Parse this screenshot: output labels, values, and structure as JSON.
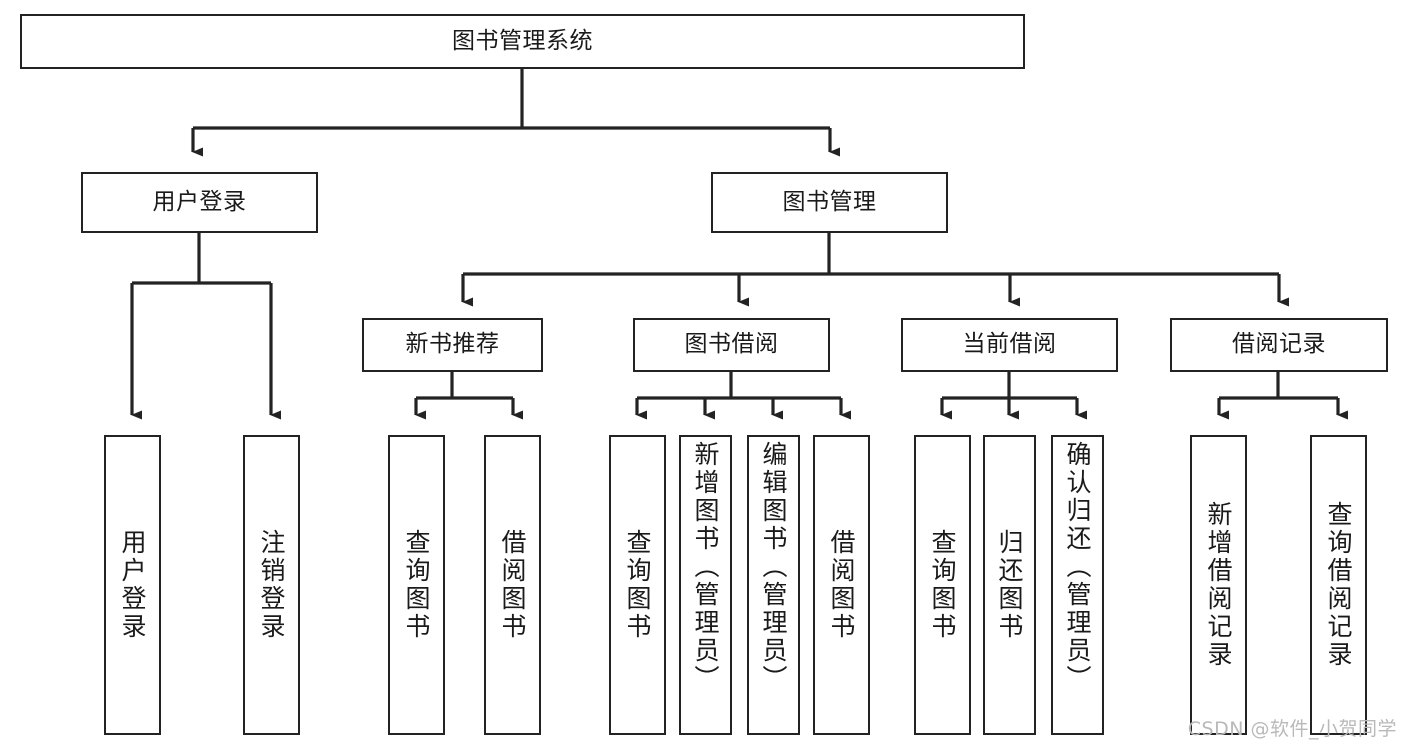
{
  "diagram": {
    "title": "图书管理系统",
    "type": "tree-hierarchy-diagram",
    "colors": {
      "box_border": "#232323",
      "box_fill": "#ffffff",
      "edge": "#232323",
      "text": "#1a1a1a",
      "watermark": "#b9b9b9"
    },
    "root": {
      "label": "图书管理系统"
    },
    "level2": [
      {
        "label": "用户登录"
      },
      {
        "label": "图书管理"
      }
    ],
    "level3": [
      {
        "label": "新书推荐"
      },
      {
        "label": "图书借阅"
      },
      {
        "label": "当前借阅"
      },
      {
        "label": "借阅记录"
      }
    ],
    "leaves": [
      {
        "label": "用户登录",
        "parent": "用户登录"
      },
      {
        "label": "注销登录",
        "parent": "用户登录"
      },
      {
        "label": "查询图书",
        "parent": "新书推荐"
      },
      {
        "label": "借阅图书",
        "parent": "新书推荐"
      },
      {
        "label": "查询图书",
        "parent": "图书借阅"
      },
      {
        "label": "新增图书（管理员）",
        "parent": "图书借阅"
      },
      {
        "label": "编辑图书（管理员）",
        "parent": "图书借阅"
      },
      {
        "label": "借阅图书",
        "parent": "图书借阅"
      },
      {
        "label": "查询图书",
        "parent": "当前借阅"
      },
      {
        "label": "归还图书",
        "parent": "当前借阅"
      },
      {
        "label": "确认归还（管理员）",
        "parent": "当前借阅"
      },
      {
        "label": "新增借阅记录",
        "parent": "借阅记录"
      },
      {
        "label": "查询借阅记录",
        "parent": "借阅记录"
      }
    ],
    "watermark": "CSDN @软件_小贺同学"
  }
}
